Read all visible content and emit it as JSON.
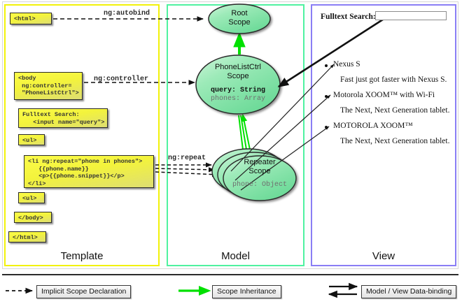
{
  "panels": [
    {
      "name": "template",
      "label": "Template",
      "border_color": "#f2f20a"
    },
    {
      "name": "model",
      "label": "Model",
      "border_color": "#4ff2a0"
    },
    {
      "name": "view",
      "label": "View",
      "border_color": "#8a7ef5"
    }
  ],
  "template": {
    "code_boxes": [
      {
        "id": "html-open",
        "text": "<html>"
      },
      {
        "id": "body-open",
        "text": "<body\n ng:controller=\n \"PhoneListCtrl\">"
      },
      {
        "id": "fulltext-search",
        "text": "Fulltext Search:\n   <input name=\"query\">"
      },
      {
        "id": "ul-open",
        "text": "<ul>"
      },
      {
        "id": "li-repeat",
        "text": "<li ng:repeat=\"phone in phones\">\n   {{phone.name}}\n   <p>{{phone.snippet}}</p>\n</li>"
      },
      {
        "id": "ul-close",
        "text": "<ul>"
      },
      {
        "id": "body-close",
        "text": "</body>"
      },
      {
        "id": "html-close",
        "text": "</html>"
      }
    ]
  },
  "connectors": [
    {
      "id": "ng-autobind",
      "label": "ng:autobind"
    },
    {
      "id": "ng-controller",
      "label": "ng:controller"
    },
    {
      "id": "ng-repeat",
      "label": "ng:repeat"
    }
  ],
  "model": {
    "scopes": [
      {
        "id": "root-scope",
        "title_line1": "Root",
        "title_line2": "Scope",
        "properties": []
      },
      {
        "id": "phonelistctrl-scope",
        "title_line1": "PhoneListCtrl",
        "title_line2": "Scope",
        "properties": [
          {
            "text": "query: String",
            "emphasis": "strong"
          },
          {
            "text": "phones: Array",
            "emphasis": "dim"
          }
        ]
      },
      {
        "id": "repeater-scope",
        "title_line1": "Repeater",
        "title_line2": "Scope",
        "properties": [
          {
            "text": "phone: Object",
            "emphasis": "dim"
          }
        ]
      }
    ]
  },
  "view": {
    "search_label": "Fulltext Search:",
    "search_value": "",
    "items": [
      {
        "name": "Nexus S",
        "snippet": "Fast just got faster with Nexus S."
      },
      {
        "name": "Motorola XOOM™  with Wi-Fi",
        "snippet": "The Next, Next Generation tablet."
      },
      {
        "name": "MOTOROLA XOOM™",
        "snippet": "The Next, Next Generation tablet."
      }
    ]
  },
  "legend": [
    {
      "id": "implicit-scope-declaration",
      "label": "Implicit Scope Declaration",
      "style": "dashed-arrow",
      "color": "#000000"
    },
    {
      "id": "scope-inheritance",
      "label": "Scope Inheritance",
      "style": "solid-green-arrow",
      "color": "#00e000"
    },
    {
      "id": "model-view-data-binding",
      "label": "Model / View Data-binding",
      "style": "double-arrow",
      "color": "#000000"
    }
  ],
  "colors": {
    "template_border": "#f2f20a",
    "model_border": "#4ff2a0",
    "view_border": "#8a7ef5",
    "code_fill": "#f3f33c",
    "scope_fill": "#8fe8ae",
    "inheritance_arrow": "#00e000"
  }
}
